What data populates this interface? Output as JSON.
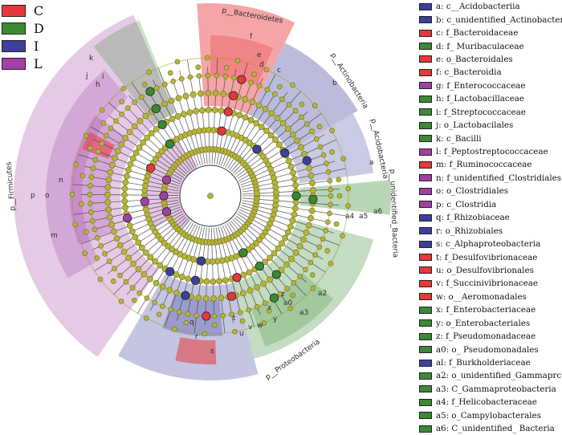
{
  "groups": [
    {
      "label": "C",
      "color": "#e8383b"
    },
    {
      "label": "D",
      "color": "#3a8a35"
    },
    {
      "label": "I",
      "color": "#3d3f9c"
    },
    {
      "label": "L",
      "color": "#a13fa6"
    }
  ],
  "taxa": [
    {
      "label": "a: c__Acidobacteriia",
      "group": "I"
    },
    {
      "label": "b: c_unidentified_Actinobacter",
      "group": "I"
    },
    {
      "label": "c: f_Bacteroidaceae",
      "group": "C"
    },
    {
      "label": "d: f_ Muribaculaceae",
      "group": "D"
    },
    {
      "label": "e: o_Bacteroidales",
      "group": "C"
    },
    {
      "label": "f: c_Bacteroidia",
      "group": "C"
    },
    {
      "label": "g: f_Enterococcaceae",
      "group": "L"
    },
    {
      "label": "h: f_Lactobacillaceae",
      "group": "D"
    },
    {
      "label": "i: f_Streptococcaceae",
      "group": "D"
    },
    {
      "label": "j: o_Lactobacilales",
      "group": "D"
    },
    {
      "label": "k: c_Bacilli",
      "group": "D"
    },
    {
      "label": "l: f_Peptostreptococcaceae",
      "group": "L"
    },
    {
      "label": "m: f_Ruminococcaceae",
      "group": "C"
    },
    {
      "label": "n: f_unidentified_Clostridiales",
      "group": "L"
    },
    {
      "label": "o: o_Clostridiales",
      "group": "L"
    },
    {
      "label": "p: c_Clostridia",
      "group": "L"
    },
    {
      "label": "q: f_Rhizobiaceae",
      "group": "I"
    },
    {
      "label": "r: o_Rhizobiales",
      "group": "I"
    },
    {
      "label": "s: c_Alphaproteobacteria",
      "group": "I"
    },
    {
      "label": "t: f_Desulfovibrionaceae",
      "group": "C"
    },
    {
      "label": "u: o_Desulfovibrionales",
      "group": "C"
    },
    {
      "label": "v: f_Succinivibrionaceae",
      "group": "C"
    },
    {
      "label": "w: o__Aeromonadales",
      "group": "C"
    },
    {
      "label": "x: f_Enterobacteriaceae",
      "group": "D"
    },
    {
      "label": "y: o_Enterobacteriales",
      "group": "D"
    },
    {
      "label": "z: f_Pseudomonadaceae",
      "group": "D"
    },
    {
      "label": "a0: o_ Pseudomonadales",
      "group": "D"
    },
    {
      "label": "al: f_Burkholderiaceae",
      "group": "I"
    },
    {
      "label": "a2: o_unidentified_Gammaprc",
      "group": "D"
    },
    {
      "label": "a3: C_Gammaproteobacteria",
      "group": "D"
    },
    {
      "label": "a4: f_Helicobacteraceae",
      "group": "D"
    },
    {
      "label": "a5: o_Campylobacterales",
      "group": "D"
    },
    {
      "label": "a6: C_unidentified_ Bacteria",
      "group": "D"
    }
  ],
  "clade_labels": {
    "firmicutes": "p__Firmicutes",
    "bacteroidetes": "p__Bacteroidetes",
    "actinobacteria": "p__Actinobacteria",
    "acidobacteria": "p__Acidobacteria",
    "unidentified_bacteria": "p__unidentified_Bacteria",
    "proteobacteria": "p__Proteobacteria"
  },
  "clade_letters": {
    "k": "k",
    "j": "j",
    "h": "h",
    "i": "i",
    "p": "p",
    "o": "o",
    "n": "n",
    "m": "m",
    "f": "f",
    "e": "e",
    "d": "d",
    "c": "c",
    "b": "b",
    "a": "a",
    "a6": "a6",
    "a5": "a5",
    "a4": "a4",
    "a3": "a3",
    "a2": "a2",
    "a0": "a0",
    "z": "z",
    "y": "y",
    "x": "x",
    "w": "w",
    "v": "v",
    "u": "u",
    "t": "t",
    "s": "s",
    "r": "r",
    "q": "q"
  }
}
